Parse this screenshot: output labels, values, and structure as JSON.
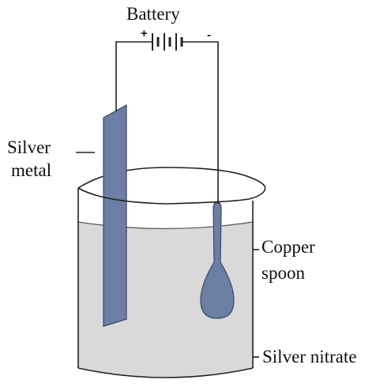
{
  "labels": {
    "battery": "Battery",
    "battery_positive": "+",
    "battery_negative": "-",
    "silver_metal_line1": "Silver",
    "silver_metal_line2": "metal",
    "copper_spoon_line1": "Copper",
    "copper_spoon_line2": "spoon",
    "silver_nitrate": "Silver nitrate"
  },
  "colors": {
    "solution": "#d9d9d9",
    "electrode": "#6b7ea3",
    "outline": "#222222"
  }
}
